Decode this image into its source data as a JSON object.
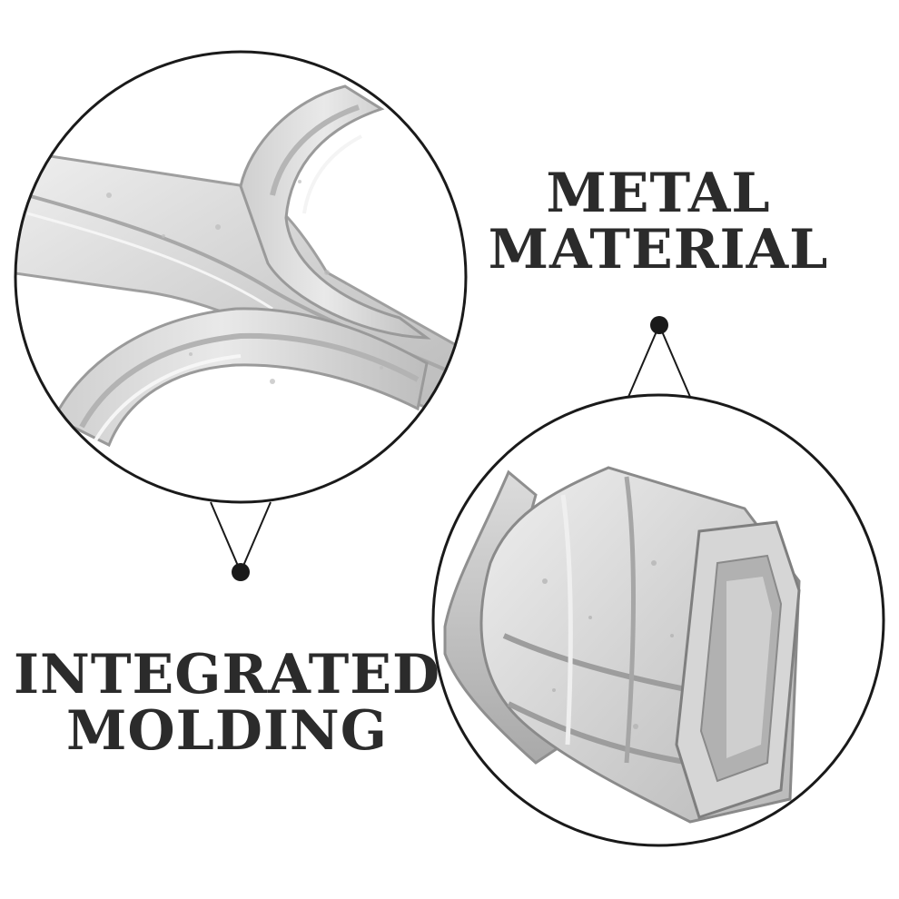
{
  "captions": {
    "metal_line1": "METAL",
    "metal_line2": "MATERIAL",
    "molding_line1": "INTEGRATED",
    "molding_line2": "MOLDING"
  },
  "colors": {
    "background": "#ffffff",
    "caption_text": "#2b2b2b",
    "outline": "#1a1a1a",
    "metal_light": "#e6e6e6",
    "metal_mid": "#c9c9c9",
    "metal_dark": "#9a9a9a"
  },
  "images": {
    "top_left": "zoom-circle-fork-joint-image",
    "bottom_right": "zoom-circle-sleeve-end-image"
  }
}
